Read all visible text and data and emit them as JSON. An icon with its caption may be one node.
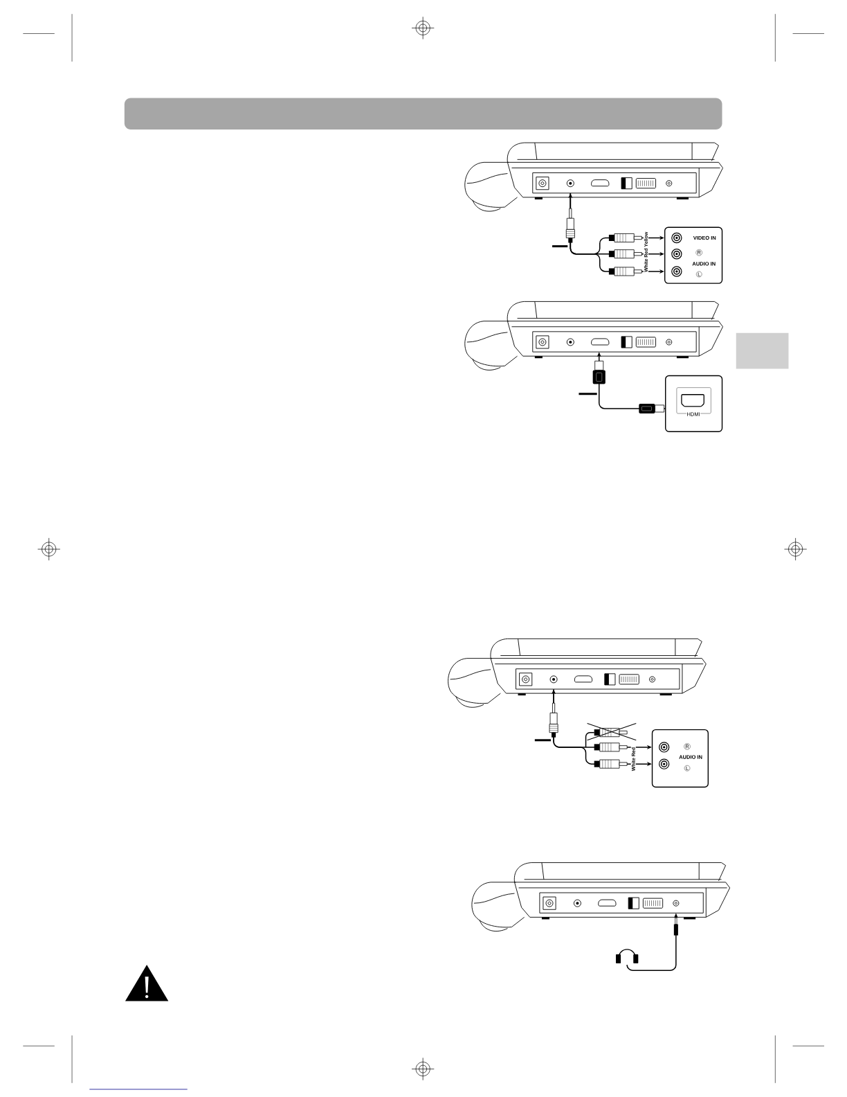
{
  "diagram": {
    "nodes": [
      {
        "text": [],
        "shape": "picture"
      },
      {
        "text": [
          "VIDEO IN",
          "R",
          "AUDIO IN",
          "L"
        ]
      },
      {
        "text": [],
        "shape": "picture"
      },
      {
        "text": [
          "HDMI"
        ]
      },
      {
        "text": [],
        "shape": "picture"
      },
      {
        "text": [
          "R",
          "AUDIO IN",
          "L"
        ]
      },
      {
        "text": [],
        "shape": "picture"
      },
      {
        "text": [],
        "shape": "headphones"
      },
      {
        "text": [],
        "shape": "box"
      }
    ],
    "edges": [
      {
        "from": 0,
        "to": 1,
        "arrow": "to"
      },
      {
        "from": 0,
        "to": 1,
        "arrow": "both"
      },
      {
        "from": 0,
        "to": 1,
        "arrow": "to"
      },
      {
        "from": 3,
        "to": 2,
        "arrow": "to"
      },
      {
        "from": 4,
        "to": 5,
        "arrow": "both"
      },
      {
        "from": 4,
        "to": 5,
        "arrow": "to"
      },
      {
        "from": 7,
        "to": 6,
        "arrow": "to"
      }
    ],
    "labels": [
      "White Red Yellow",
      "White Red"
    ]
  }
}
